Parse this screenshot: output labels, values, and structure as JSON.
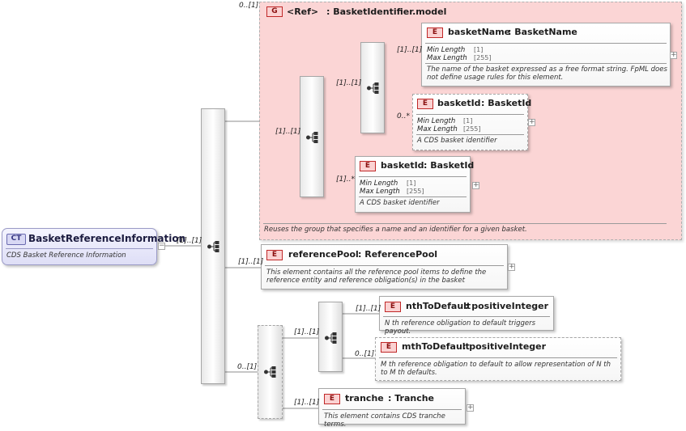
{
  "root": {
    "badge": "CT",
    "name": "BasketReferenceInformation",
    "doc": "CDS Basket Reference Information"
  },
  "root_seq": {
    "card": "[1]..[1]"
  },
  "group": {
    "card": "0..[1]",
    "badge": "G",
    "ref": "<Ref>",
    "name": ": BasketIdentifier.model",
    "doc": "Reuses the group that specifies a name and an identifier for a given basket.",
    "seq_card": "[1]..[1]"
  },
  "choice_inner": {
    "card": "[1]..[1]"
  },
  "basketName": {
    "card": "[1]..[1]",
    "badge": "E",
    "name": "basketName",
    "type": ": BasketName",
    "facet1": "Min Length",
    "val1": "[1]",
    "facet2": "Max Length",
    "val2": "[255]",
    "doc": "The name of the basket expressed as a free format string. FpML does not define usage rules for this element."
  },
  "basketId1": {
    "card": "0..*",
    "badge": "E",
    "name": "basketId",
    "type": ": BasketId",
    "facet1": "Min Length",
    "val1": "[1]",
    "facet2": "Max Length",
    "val2": "[255]",
    "doc": "A CDS basket identifier"
  },
  "basketId2": {
    "card": "[1]..*",
    "badge": "E",
    "name": "basketId",
    "type": ": BasketId",
    "facet1": "Min Length",
    "val1": "[1]",
    "facet2": "Max Length",
    "val2": "[255]",
    "doc": "A CDS basket identifier"
  },
  "referencePool": {
    "card": "[1]..[1]",
    "badge": "E",
    "name": "referencePool",
    "type": ": ReferencePool",
    "doc": "This element contains all the reference pool items to define the reference entity and reference obligation(s) in the basket"
  },
  "tranche_seq": {
    "card": "0..[1]"
  },
  "nth_seq": {
    "card": "[1]..[1]"
  },
  "nthToDefault": {
    "card": "[1]..[1]",
    "badge": "E",
    "name": "nthToDefault",
    "type": ": positiveInteger",
    "doc": "N th reference obligation to default triggers payout."
  },
  "mthToDefault": {
    "card": "0..[1]",
    "badge": "E",
    "name": "mthToDefault",
    "type": ": positiveInteger",
    "doc": "M th reference obligation to default to allow representation of N th to M th defaults."
  },
  "tranche": {
    "card": "[1]..[1]",
    "badge": "E",
    "name": "tranche",
    "type": ": Tranche",
    "doc": "This element contains CDS tranche terms."
  },
  "colors": {
    "element_badge": "#fbd2d2",
    "group_bg": "#fbd5d5",
    "complex_type_bg": "#dedef6"
  }
}
